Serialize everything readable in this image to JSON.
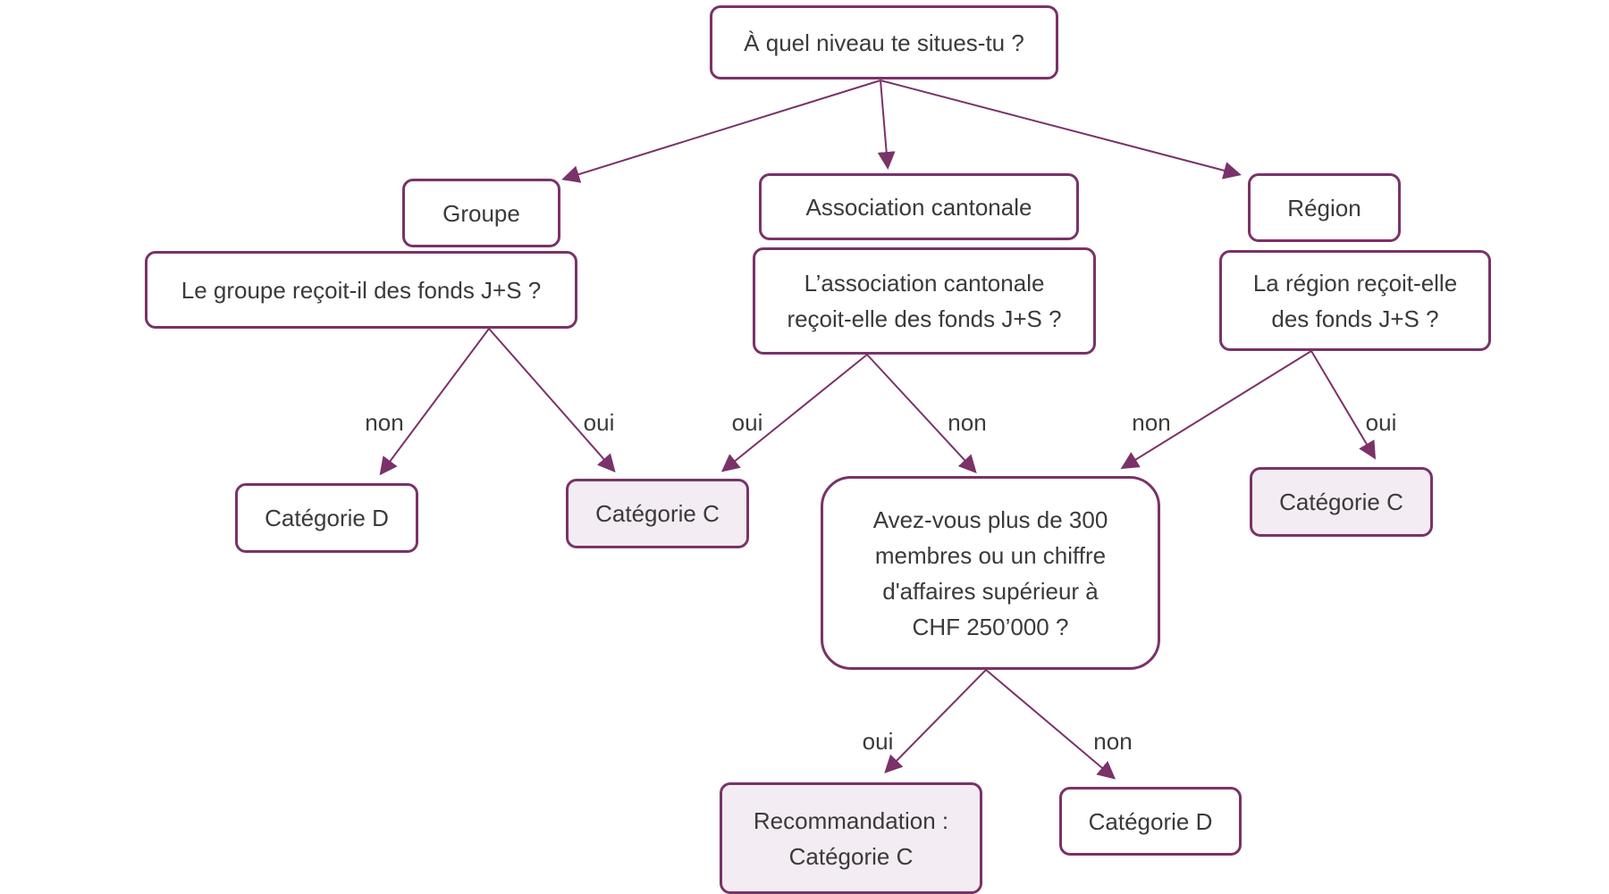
{
  "colors": {
    "border": "#7a3268",
    "arrow": "#7a3268",
    "result_fill": "#f4ecf3",
    "text": "#3a3a3a"
  },
  "nodes": {
    "root": "À quel niveau te situes-tu ?",
    "groupe": "Groupe",
    "association": "Association cantonale",
    "region": "Région",
    "q_groupe": "Le groupe reçoit-il des fonds J+S ?",
    "q_association_line1": "L’association cantonale",
    "q_association_line2": "reçoit-elle des fonds J+S ?",
    "q_region_line1": "La région reçoit-elle",
    "q_region_line2": "des fonds J+S ?",
    "groupe_non_result": "Catégorie D",
    "groupe_oui_result": "Catégorie C",
    "region_oui_result": "Catégorie C",
    "q_members_line1": "Avez-vous plus de 300",
    "q_members_line2": "membres ou un chiffre",
    "q_members_line3": "d'affaires supérieur à",
    "q_members_line4": "CHF 250’000 ?",
    "members_oui_line1": "Recommandation :",
    "members_oui_line2": "Catégorie C",
    "members_non_result": "Catégorie D"
  },
  "edge_labels": {
    "groupe_non": "non",
    "groupe_oui": "oui",
    "association_oui": "oui",
    "association_non": "non",
    "region_non": "non",
    "region_oui": "oui",
    "members_oui": "oui",
    "members_non": "non"
  }
}
